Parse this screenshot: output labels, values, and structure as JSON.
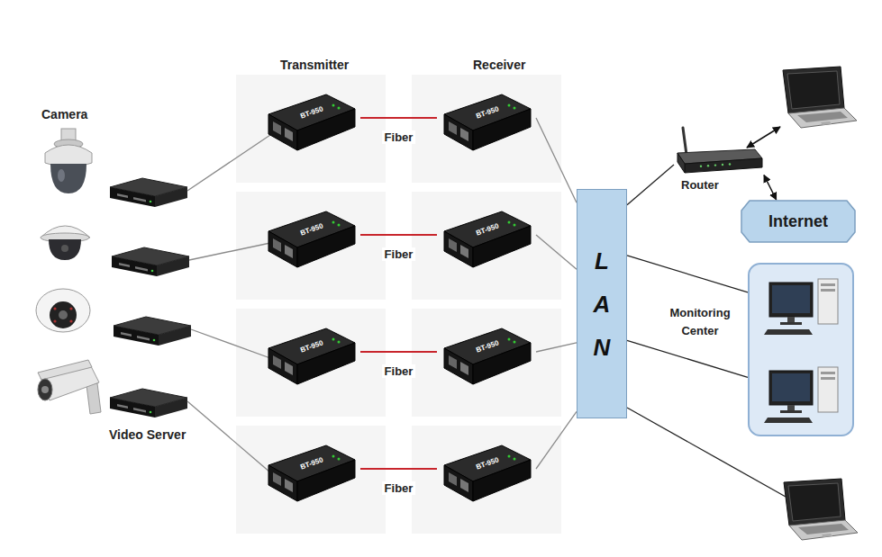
{
  "diagram": {
    "nodes": [
      {
        "text": [
          "BT-950"
        ]
      },
      {
        "text": [
          "BT-950"
        ]
      },
      {
        "text": [
          "BT-950"
        ]
      },
      {
        "text": [
          "BT-950"
        ]
      },
      {
        "text": [
          "BT-950"
        ]
      },
      {
        "text": [
          "BT-950"
        ]
      },
      {
        "text": [
          "BT-950"
        ]
      },
      {
        "text": [
          "BT-950"
        ]
      },
      {
        "text": [
          "L A N"
        ]
      },
      {
        "text": [
          "Router"
        ]
      },
      {
        "text": [
          "Internet"
        ]
      },
      {
        "text": [
          "Monitoring Center"
        ]
      }
    ],
    "edges": [
      {
        "from": 0,
        "to": 1,
        "arrow": "none",
        "label": "Fiber"
      },
      {
        "from": 2,
        "to": 3,
        "arrow": "none",
        "label": "Fiber"
      },
      {
        "from": 4,
        "to": 5,
        "arrow": "none",
        "label": "Fiber"
      },
      {
        "from": 6,
        "to": 7,
        "arrow": "none",
        "label": "Fiber"
      },
      {
        "from": 1,
        "to": 8,
        "arrow": "none"
      },
      {
        "from": 3,
        "to": 8,
        "arrow": "none"
      },
      {
        "from": 5,
        "to": 8,
        "arrow": "none"
      },
      {
        "from": 7,
        "to": 8,
        "arrow": "none"
      },
      {
        "from": 8,
        "to": 9,
        "arrow": "none"
      },
      {
        "from": 9,
        "to": 10,
        "arrow": "both"
      },
      {
        "from": 8,
        "to": 11,
        "arrow": "none"
      },
      {
        "from": 8,
        "to": 11,
        "arrow": "none"
      }
    ],
    "labels": [
      "Camera",
      "Transmitter",
      "Receiver",
      "Video Server"
    ]
  }
}
